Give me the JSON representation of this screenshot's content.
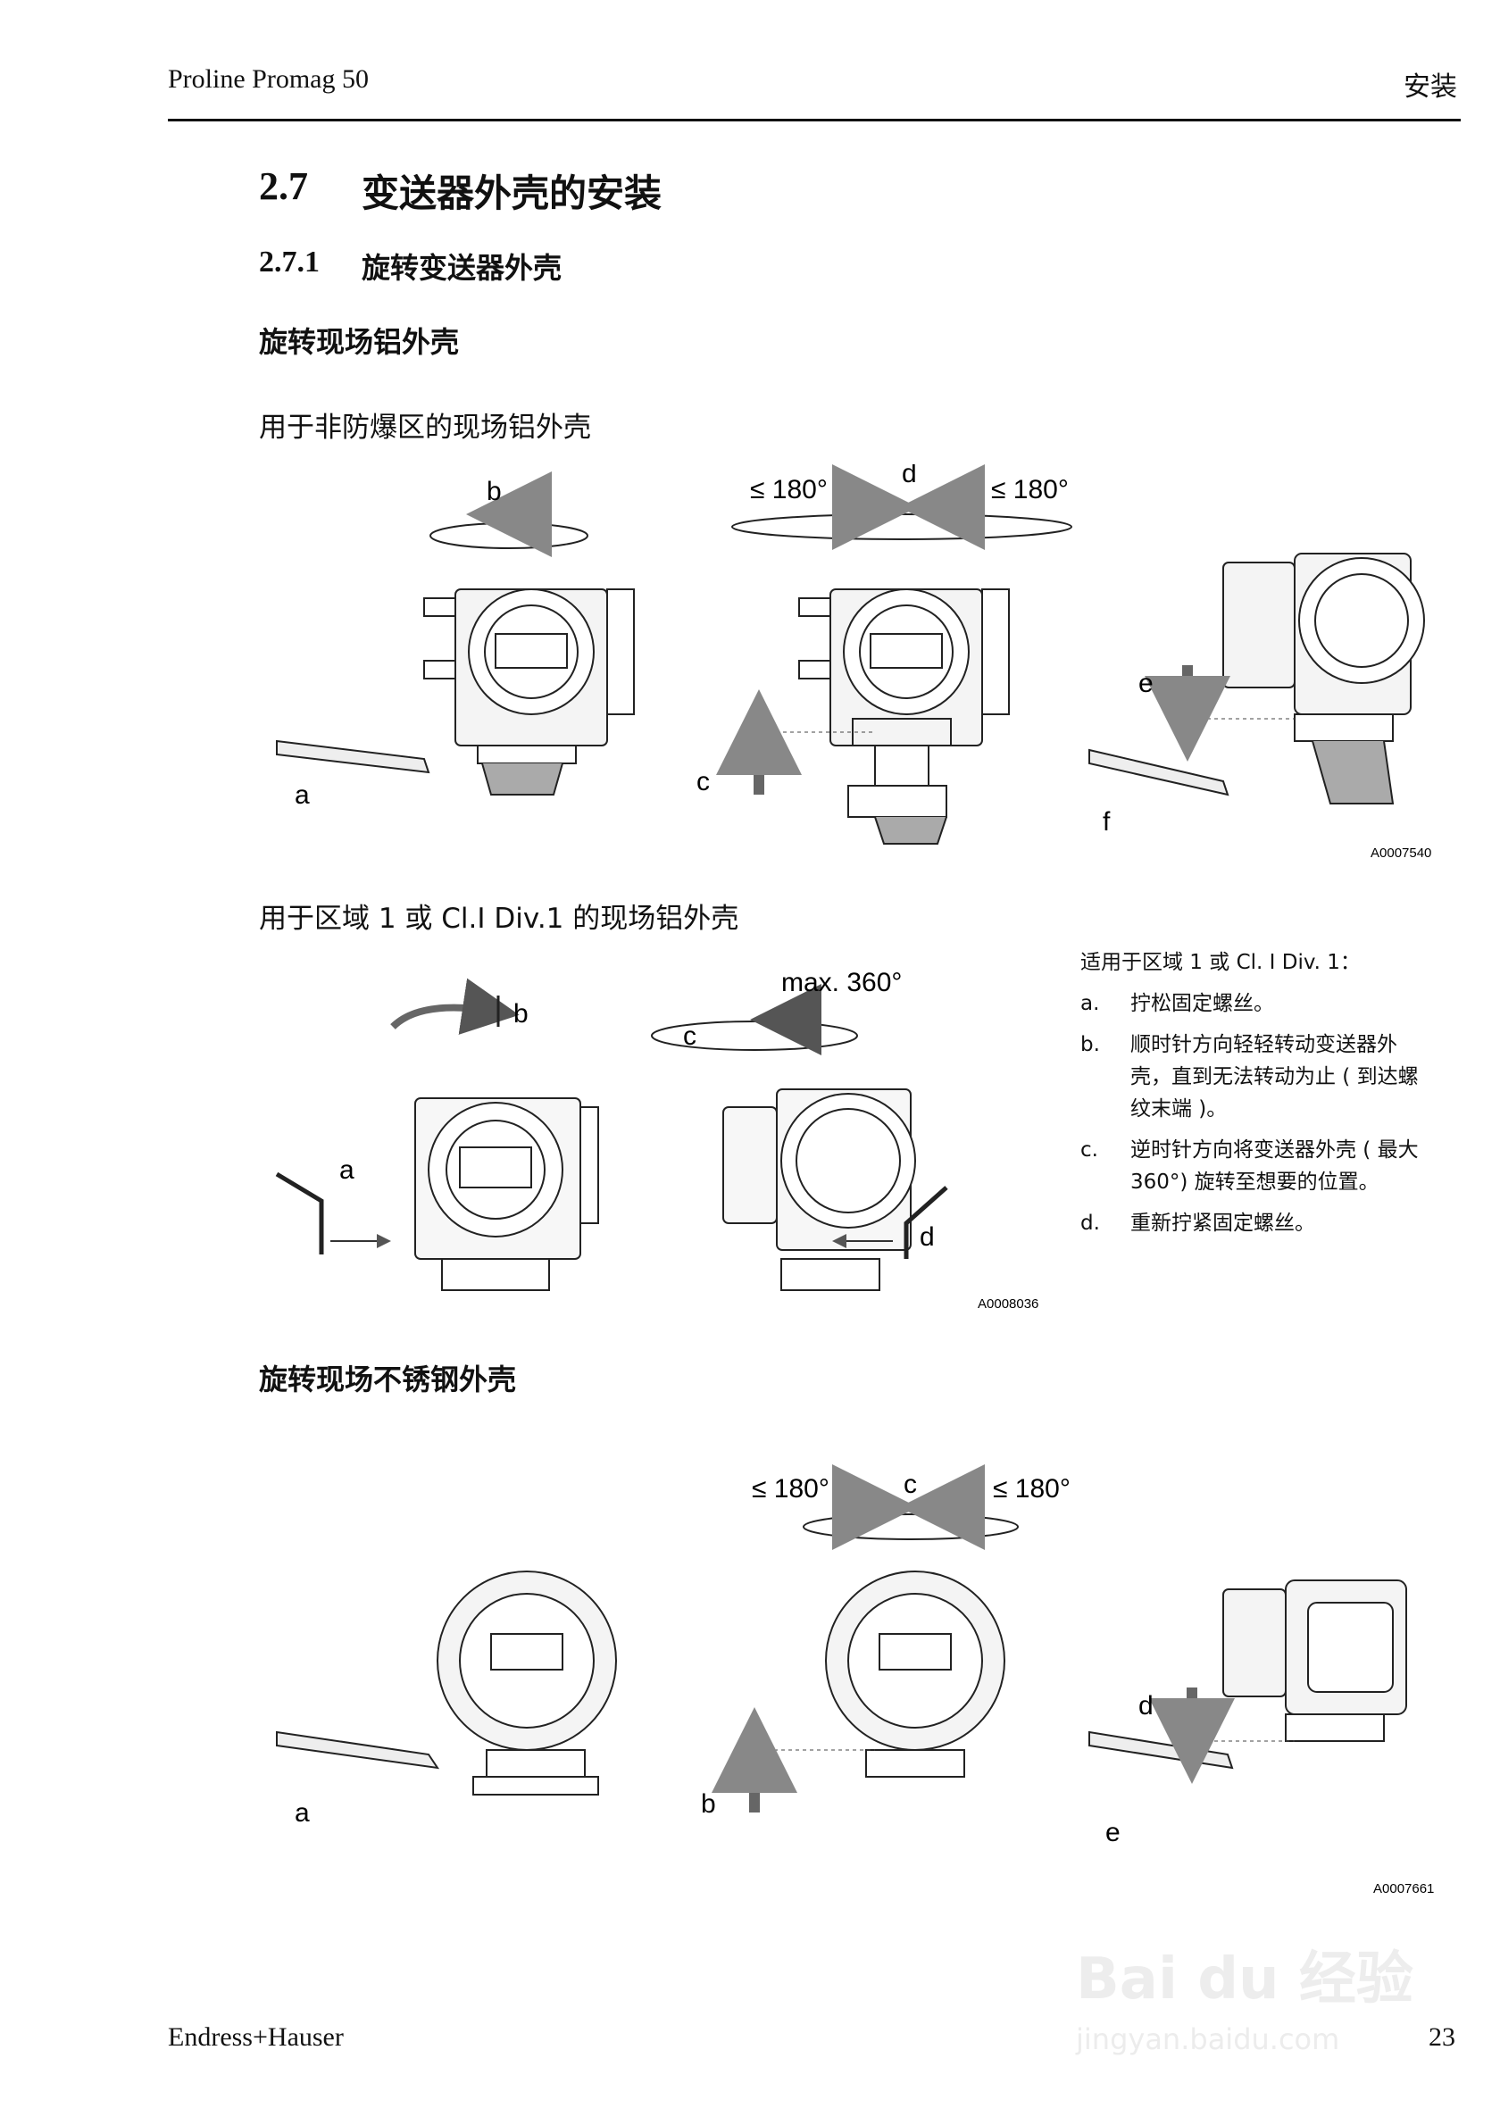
{
  "header": {
    "left": "Proline Promag 50",
    "right": "安装"
  },
  "section": {
    "number": "2.7",
    "title": "变送器外壳的安装"
  },
  "subsection": {
    "number": "2.7.1",
    "title": "旋转变送器外壳"
  },
  "aluminium": {
    "heading": "旋转现场铝外壳",
    "nonex_caption": "用于非防爆区的现场铝外壳",
    "fig1": {
      "labels": {
        "a": "a",
        "b": "b",
        "c": "c",
        "d": "d",
        "e": "e",
        "f": "f"
      },
      "angle_left": "≤ 180°",
      "angle_right": "≤ 180°",
      "code": "A0007540"
    },
    "zone1_caption": "用于区域 1 或 Cl.I Div.1 的现场铝外壳",
    "fig2": {
      "labels": {
        "a": "a",
        "b": "b",
        "c": "c",
        "d": "d"
      },
      "max_angle": "max. 360°",
      "code": "A0008036"
    },
    "note": {
      "title": "适用于区域 1 或 Cl. I Div. 1：",
      "items": [
        {
          "marker": "a.",
          "text": "拧松固定螺丝。"
        },
        {
          "marker": "b.",
          "text": "顺时针方向轻轻转动变送器外壳，直到无法转动为止 ( 到达螺纹末端 )。"
        },
        {
          "marker": "c.",
          "text": "逆时针方向将变送器外壳 ( 最大 360°) 旋转至想要的位置。"
        },
        {
          "marker": "d.",
          "text": "重新拧紧固定螺丝。"
        }
      ]
    }
  },
  "stainless": {
    "heading": "旋转现场不锈钢外壳",
    "fig3": {
      "labels": {
        "a": "a",
        "b": "b",
        "c": "c",
        "d": "d",
        "e": "e"
      },
      "angle_left": "≤ 180°",
      "angle_right": "≤ 180°",
      "code": "A0007661"
    }
  },
  "footer": {
    "left": "Endress+Hauser",
    "page": "23",
    "watermark": "Bai du 经验",
    "watermark_url": "jingyan.baidu.com"
  }
}
